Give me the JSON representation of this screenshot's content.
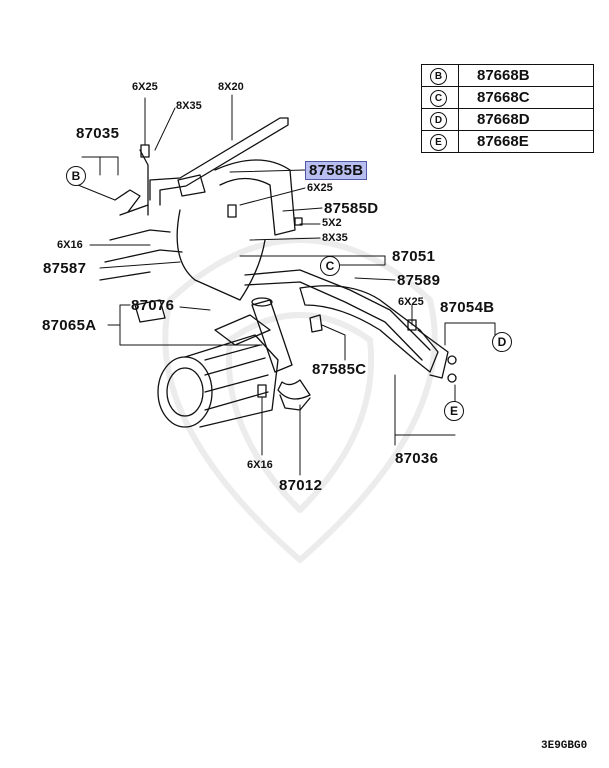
{
  "legend": [
    {
      "letter": "B",
      "part": "87668B"
    },
    {
      "letter": "C",
      "part": "87668C"
    },
    {
      "letter": "D",
      "part": "87668D"
    },
    {
      "letter": "E",
      "part": "87668E"
    }
  ],
  "callouts": {
    "c1": "B",
    "c2": "C",
    "c3": "D",
    "c4": "E"
  },
  "parts": {
    "p87035": "87035",
    "p87585b": "87585B",
    "p87585d": "87585D",
    "p87051": "87051",
    "p87587": "87587",
    "p87589": "87589",
    "p87076": "87076",
    "p87054b": "87054B",
    "p87065a": "87065A",
    "p87585c": "87585C",
    "p87036": "87036",
    "p87012": "87012"
  },
  "bolts": {
    "b1": "6X25",
    "b2": "8X35",
    "b3": "8X20",
    "b4": "6X25",
    "b5": "5X2",
    "b6": "8X35",
    "b7": "6X16",
    "b8": "6X25",
    "b9": "6X16"
  },
  "reference_code": "3E9GBG0"
}
